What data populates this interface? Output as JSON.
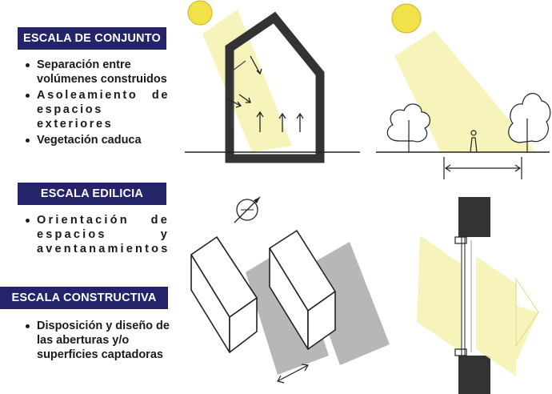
{
  "sections": [
    {
      "title": "ESCALA DE CONJUNTO",
      "items": [
        "Separación entre volúmenes construidos",
        "Asoleamiento de espacios exteriores",
        "Vegetación caduca"
      ]
    },
    {
      "title": "ESCALA EDILICIA",
      "items": [
        "Orientación de espacios y aventanamientos"
      ]
    },
    {
      "title": "ESCALA CONSTRUCTIVA",
      "items": [
        "Disposición y diseño de las aberturas y/o superficies captadoras"
      ]
    }
  ],
  "colors": {
    "header_bg": "#25236a",
    "sun": "#f2e24a",
    "sun_ray": "#f6f3b4",
    "shadow": "#b7b7b7",
    "wall": "#333333"
  },
  "icons": [
    "sun-icon",
    "north-compass-icon",
    "tree-icon",
    "person-icon",
    "arrow-icon"
  ]
}
